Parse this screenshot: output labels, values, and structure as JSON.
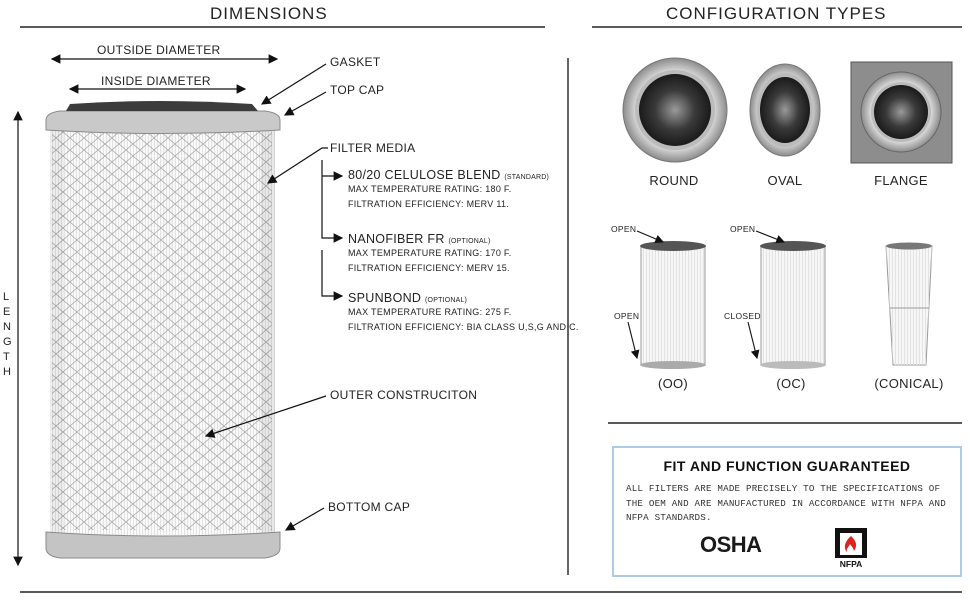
{
  "dimensions": {
    "title": "DIMENSIONS",
    "outside_diameter": "OUTSIDE DIAMETER",
    "inside_diameter": "INSIDE DIAMETER",
    "length": "LENGTH",
    "gasket": "GASKET",
    "top_cap": "TOP CAP",
    "filter_media": "FILTER MEDIA",
    "outer_construction": "OUTER CONSTRUCITON",
    "bottom_cap": "BOTTOM CAP",
    "media_options": [
      {
        "name": "80/20 CELULOSE BLEND",
        "tag": "(STANDARD)",
        "temp": "MAX TEMPERATURE RATING: 180 F.",
        "eff": "FILTRATION EFFICIENCY: MERV 11."
      },
      {
        "name": "NANOFIBER FR",
        "tag": "(OPTIONAL)",
        "temp": "MAX TEMPERATURE RATING: 170 F.",
        "eff": "FILTRATION EFFICIENCY: MERV 15."
      },
      {
        "name": "SPUNBOND",
        "tag": "(OPTIONAL)",
        "temp": "MAX TEMPERATURE RATING: 275 F.",
        "eff": "FILTRATION EFFICIENCY: BIA CLASS U,S,G AND C."
      }
    ]
  },
  "configuration": {
    "title": "CONFIGURATION TYPES",
    "shapes": [
      "ROUND",
      "OVAL",
      "FLANGE"
    ],
    "ends": [
      "(OO)",
      "(OC)",
      "(CONICAL)"
    ],
    "open": "OPEN",
    "closed": "CLOSED"
  },
  "guarantee": {
    "title": "FIT AND FUNCTION GUARANTEED",
    "body": "ALL FILTERS ARE MADE PRECISELY TO THE SPECIFICATIONS OF THE OEM AND ARE MANUFACTURED IN ACCORDANCE WITH NFPA AND NFPA STANDARDS.",
    "osha": "OSHA",
    "nfpa": "NFPA"
  }
}
